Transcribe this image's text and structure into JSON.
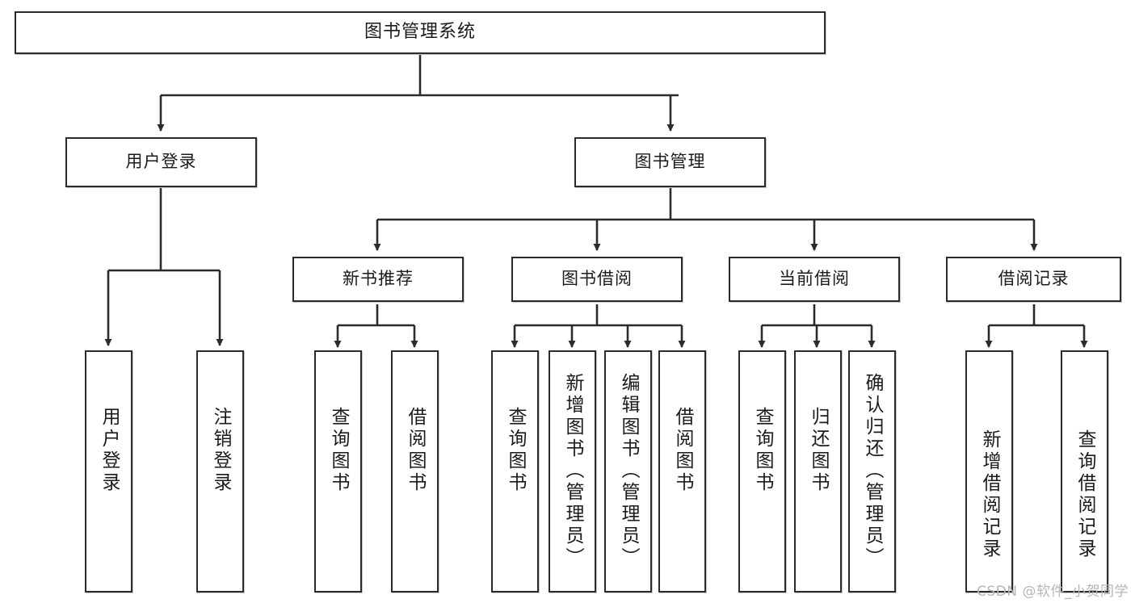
{
  "diagram": {
    "title": "图书管理系统",
    "type": "tree-hierarchy-diagram",
    "colors": {
      "stroke": "#2b2b2b",
      "fill": "#ffffff",
      "background": "#ffffff",
      "watermark": "#b6b6b6"
    },
    "root": {
      "label": "图书管理系统"
    },
    "level2": [
      {
        "label": "用户登录"
      },
      {
        "label": "图书管理"
      }
    ],
    "level3": [
      {
        "label": "新书推荐"
      },
      {
        "label": "图书借阅"
      },
      {
        "label": "当前借阅"
      },
      {
        "label": "借阅记录"
      }
    ],
    "leaves": {
      "user_login": [
        {
          "label": "用户登录"
        },
        {
          "label": "注销登录"
        }
      ],
      "new_book_recommend": [
        {
          "label": "查询图书"
        },
        {
          "label": "借阅图书"
        }
      ],
      "book_borrow": [
        {
          "label": "查询图书"
        },
        {
          "label": "新增图书（管理员）"
        },
        {
          "label": "编辑图书（管理员）"
        },
        {
          "label": "借阅图书"
        }
      ],
      "current_borrow": [
        {
          "label": "查询图书"
        },
        {
          "label": "归还图书"
        },
        {
          "label": "确认归还（管理员）"
        }
      ],
      "borrow_record": [
        {
          "label": "新增借阅记录"
        },
        {
          "label": "查询借阅记录"
        }
      ]
    }
  },
  "watermark": {
    "text": "CSDN @软件_小贺同学"
  }
}
